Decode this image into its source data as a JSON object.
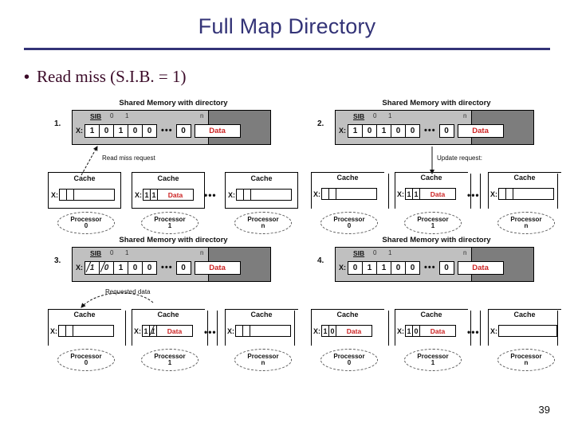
{
  "slide": {
    "title": "Full Map Directory",
    "page_number": "39",
    "accent_color": "#333377",
    "bullet_color": "#3b0a28",
    "data_color": "#cc2222",
    "bullet": {
      "marker": "•",
      "text": "Read miss (S.I.B. = 1)"
    }
  },
  "figure": {
    "memory_caption": "Shared Memory with directory",
    "sib_label": "SIB",
    "index_labels": {
      "first": "0",
      "second": "1",
      "last": "n"
    },
    "x_label": "X:",
    "ellipsis": "•••",
    "data_label": "Data",
    "cache_label": "Cache",
    "processor_label": "Processor",
    "processor_ids": [
      "0",
      "1",
      "n"
    ],
    "panels": [
      {
        "number": "1.",
        "memory_bits": [
          "1",
          "0",
          "1",
          "0",
          "0"
        ],
        "memory_bits_struck": [
          false,
          false,
          false,
          false,
          false
        ],
        "memory_last_bit": "0",
        "memory_data": "Data",
        "annotation": "Read miss request",
        "caches": [
          {
            "proc": "0",
            "bits": [],
            "data": "",
            "empty": true,
            "open": false
          },
          {
            "proc": "1",
            "bits": [
              "1",
              "1"
            ],
            "bits_struck": [
              false,
              false
            ],
            "data": "Data",
            "empty": false,
            "open": false
          },
          {
            "proc": "n",
            "bits": [],
            "data": "",
            "empty": true,
            "open": false
          }
        ]
      },
      {
        "number": "2.",
        "memory_bits": [
          "1",
          "0",
          "1",
          "0",
          "0"
        ],
        "memory_bits_struck": [
          false,
          false,
          false,
          false,
          false
        ],
        "memory_last_bit": "0",
        "memory_data": "Data",
        "annotation": "Update request:",
        "caches": [
          {
            "proc": "0",
            "bits": [],
            "data": "",
            "empty": true,
            "open": true
          },
          {
            "proc": "1",
            "bits": [
              "1",
              "1"
            ],
            "bits_struck": [
              false,
              false
            ],
            "data": "Data",
            "empty": false,
            "open": true
          },
          {
            "proc": "n",
            "bits": [],
            "data": "",
            "empty": true,
            "open": true
          }
        ]
      },
      {
        "number": "3.",
        "memory_bits": [
          "1",
          "0",
          "1",
          "0",
          "0"
        ],
        "memory_bits_struck": [
          true,
          true,
          false,
          false,
          false
        ],
        "memory_last_bit": "0",
        "memory_data": "Data",
        "annotation": "Requested data",
        "caches": [
          {
            "proc": "0",
            "bits": [],
            "data": "",
            "empty": true,
            "open": true
          },
          {
            "proc": "1",
            "bits": [
              "1",
              "1"
            ],
            "bits_struck": [
              false,
              true
            ],
            "data": "Data",
            "empty": false,
            "open": true
          },
          {
            "proc": "n",
            "bits": [],
            "data": "",
            "empty": true,
            "open": true
          }
        ]
      },
      {
        "number": "4.",
        "memory_bits": [
          "0",
          "1",
          "1",
          "0",
          "0"
        ],
        "memory_bits_struck": [
          false,
          false,
          false,
          false,
          false
        ],
        "memory_last_bit": "0",
        "memory_data": "Data",
        "annotation": "",
        "caches": [
          {
            "proc": "0",
            "bits": [
              "1",
              "0"
            ],
            "bits_struck": [
              false,
              false
            ],
            "data": "Data",
            "empty": false,
            "open": true
          },
          {
            "proc": "1",
            "bits": [
              "1",
              "0"
            ],
            "bits_struck": [
              false,
              false
            ],
            "data": "Data",
            "empty": false,
            "open": true
          },
          {
            "proc": "n",
            "bits": [],
            "data": "",
            "empty": true,
            "open": true,
            "wide": true
          }
        ]
      }
    ]
  }
}
